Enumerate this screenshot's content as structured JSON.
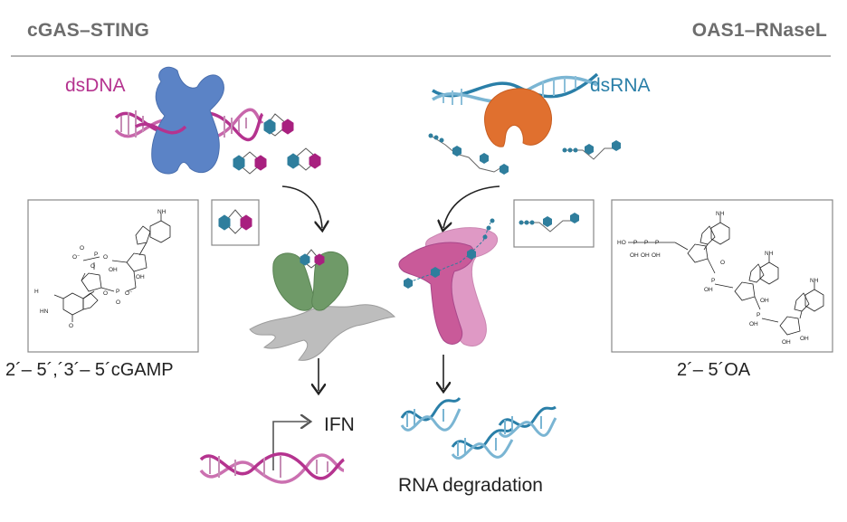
{
  "headers": {
    "left": "cGAS–STING",
    "right": "OAS1–RNaseL"
  },
  "labels": {
    "dsdna": "dsDNA",
    "dsrna": "dsRNA",
    "ifn": "IFN",
    "rna_degradation": "RNA degradation",
    "cgamp": "2´– 5´,´3´– 5´cGAMP",
    "oa": "2´– 5´OA"
  },
  "chem": {
    "nh2": "NH",
    "h2n": "H",
    "o": "O",
    "oh": "OH",
    "hn": "HN",
    "ho": "HO",
    "p": "P",
    "ominus": "O⁻"
  },
  "colors": {
    "cgas": "#5b83c6",
    "oas1": "#e0702f",
    "sting": "#6f9a68",
    "rnasel": "#c95a99",
    "dna": "#b5338f",
    "rna": "#2a7fa8",
    "node_teal": "#2f7e9d",
    "node_magenta": "#a8207f",
    "header": "#6d6d6d"
  }
}
